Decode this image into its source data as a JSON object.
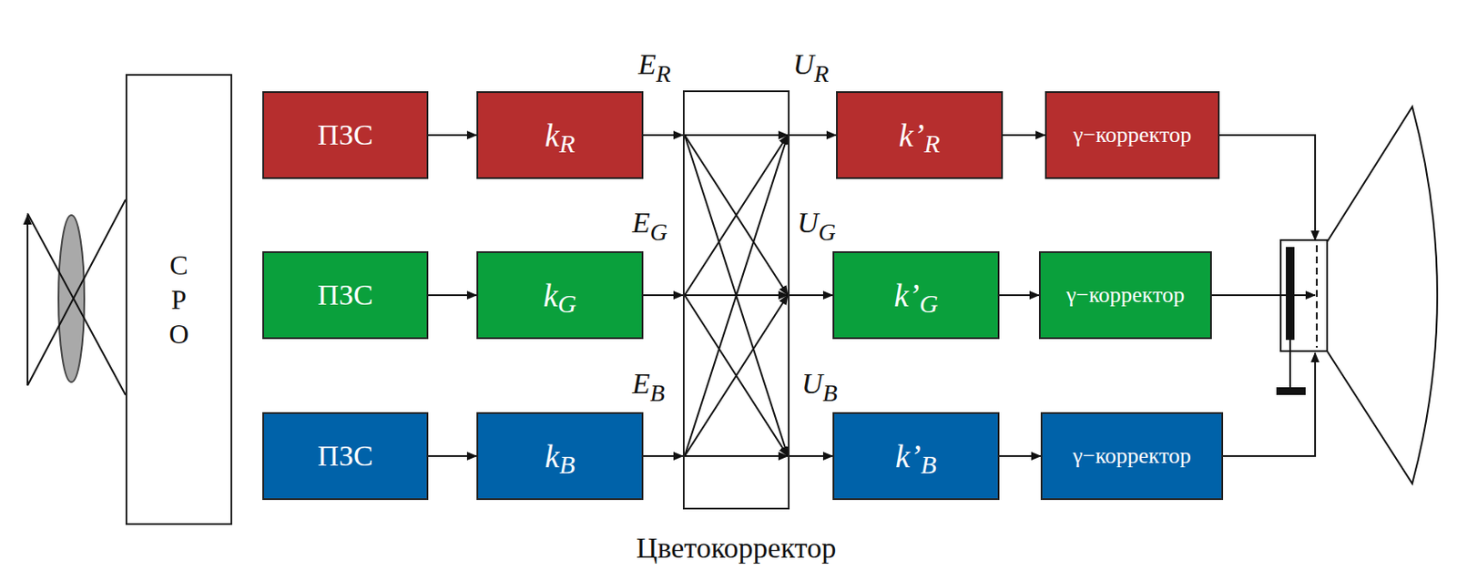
{
  "diagram": {
    "nodes": [
      {
        "text": [
          "СРО"
        ]
      },
      {
        "text": [
          "ПЗС"
        ]
      },
      {
        "text": [
          "k",
          "R"
        ]
      },
      {
        "text": [
          "Цветокорректор"
        ]
      },
      {
        "text": [
          "k’",
          "R"
        ]
      },
      {
        "text": [
          "γ−корректор"
        ]
      },
      {
        "text": [
          "ПЗС"
        ]
      },
      {
        "text": [
          "k",
          "G"
        ]
      },
      {
        "text": [
          "k’",
          "G"
        ]
      },
      {
        "text": [
          "γ−корректор"
        ]
      },
      {
        "text": [
          "ПЗС"
        ]
      },
      {
        "text": [
          "k",
          "B"
        ]
      },
      {
        "text": [
          "k’",
          "B"
        ]
      },
      {
        "text": [
          "γ−корректор"
        ]
      }
    ],
    "edges": [
      {
        "from": 1,
        "to": 2,
        "arrow": "to"
      },
      {
        "from": 2,
        "to": 3,
        "arrow": "to"
      },
      {
        "from": 3,
        "to": 4,
        "arrow": "to"
      },
      {
        "from": 4,
        "to": 5,
        "arrow": "to"
      },
      {
        "from": 6,
        "to": 7,
        "arrow": "to"
      },
      {
        "from": 7,
        "to": 3,
        "arrow": "to"
      },
      {
        "from": 3,
        "to": 8,
        "arrow": "to"
      },
      {
        "from": 8,
        "to": 9,
        "arrow": "to"
      },
      {
        "from": 10,
        "to": 11,
        "arrow": "to"
      },
      {
        "from": 11,
        "to": 3,
        "arrow": "to"
      },
      {
        "from": 3,
        "to": 12,
        "arrow": "to"
      },
      {
        "from": 12,
        "to": 13,
        "arrow": "to"
      }
    ],
    "labels": [
      "E",
      "R",
      "U",
      "R",
      "E",
      "G",
      "U",
      "G",
      "E",
      "B",
      "U",
      "B"
    ]
  }
}
